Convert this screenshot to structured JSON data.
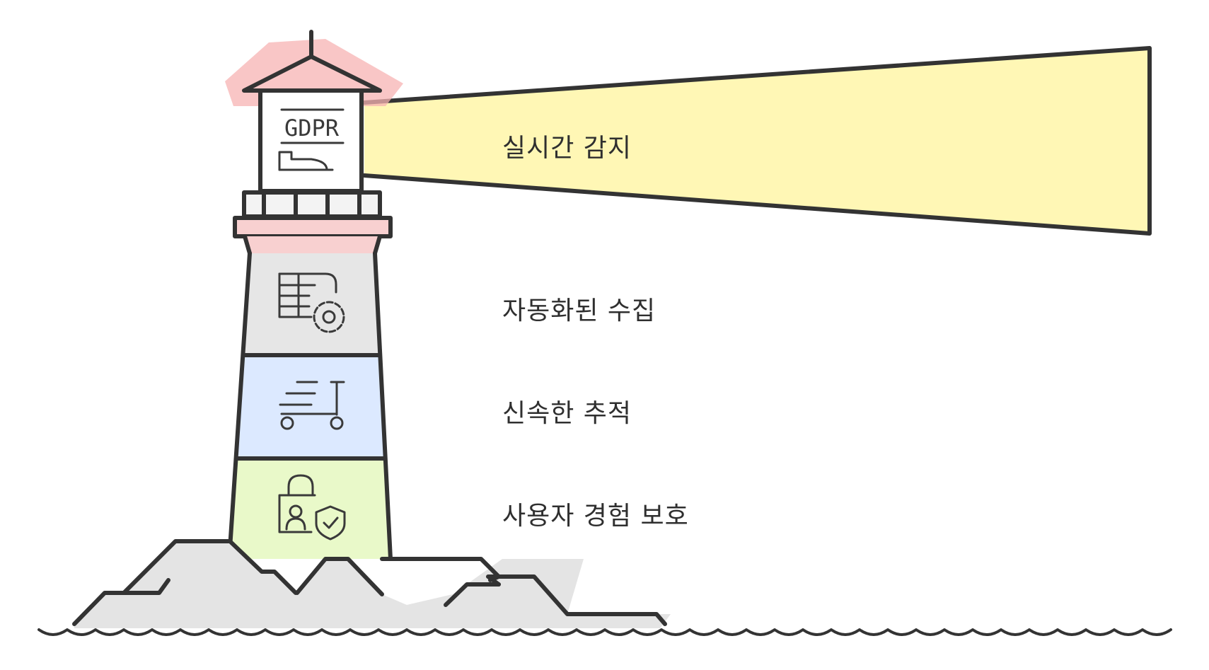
{
  "lantern_sign": "GDPR",
  "beam_label": "실시간 감지",
  "levels": [
    {
      "label": "자동화된 수집",
      "icon": "database-gear-icon"
    },
    {
      "label": "신속한 추적",
      "icon": "scooter-icon"
    },
    {
      "label": "사용자 경험 보호",
      "icon": "user-lock-shield-icon"
    }
  ],
  "colors": {
    "roof": "#f7b3b3",
    "beam": "#fff7b5",
    "level_1": "#e6e6e6",
    "level_2": "#dce9ff",
    "level_3": "#e9f9c9",
    "rocks": "#e4e4e4",
    "stroke": "#333333"
  }
}
